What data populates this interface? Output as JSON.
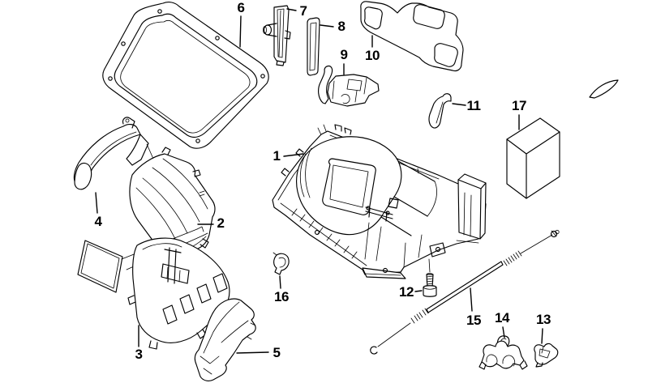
{
  "diagram": {
    "type": "exploded-parts-diagram",
    "description_visible_text_only": true,
    "background_color": "#ffffff",
    "line_color": "#000000",
    "label_color": "#000000",
    "labels": [
      {
        "text": "1"
      },
      {
        "text": "2"
      },
      {
        "text": "3"
      },
      {
        "text": "4"
      },
      {
        "text": "5"
      },
      {
        "text": "6"
      },
      {
        "text": "7"
      },
      {
        "text": "8"
      },
      {
        "text": "9"
      },
      {
        "text": "10"
      },
      {
        "text": "11"
      },
      {
        "text": "12"
      },
      {
        "text": "13"
      },
      {
        "text": "14"
      },
      {
        "text": "15"
      },
      {
        "text": "16"
      },
      {
        "text": "17"
      }
    ]
  }
}
